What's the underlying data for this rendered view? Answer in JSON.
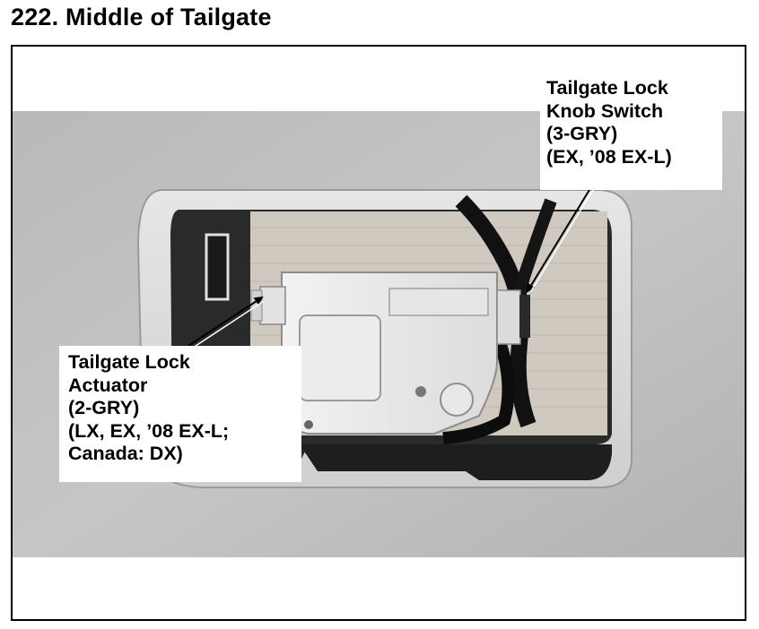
{
  "page": {
    "title": "222. Middle of Tailgate"
  },
  "callouts": {
    "knob_switch": [
      "Tailgate Lock",
      "Knob Switch",
      "(3-GRY)",
      "(EX, ’08 EX-L)"
    ],
    "actuator": [
      "Tailgate Lock",
      "Actuator",
      "(2-GRY)",
      "(LX, EX, ’08 EX-L;",
      "Canada: DX)"
    ]
  }
}
